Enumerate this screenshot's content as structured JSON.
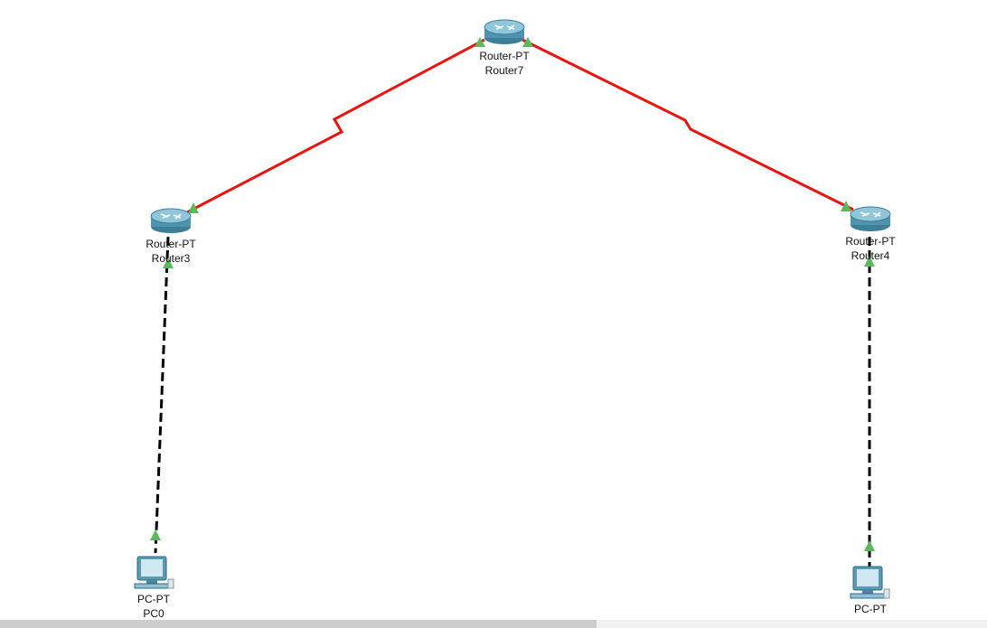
{
  "devices": {
    "router7": {
      "model": "Router-PT",
      "name": "Router7",
      "icon": "router-icon"
    },
    "router3": {
      "model": "Router-PT",
      "name": "Router3",
      "icon": "router-icon"
    },
    "router4": {
      "model": "Router-PT",
      "name": "Router4",
      "icon": "router-icon"
    },
    "pc0": {
      "model": "PC-PT",
      "name": "PC0",
      "icon": "pc-icon"
    },
    "pc1": {
      "model": "PC-PT",
      "name": "",
      "icon": "pc-icon"
    }
  },
  "links": [
    {
      "from": "Router7",
      "to": "Router3",
      "type": "serial",
      "color": "#e8140f"
    },
    {
      "from": "Router7",
      "to": "Router4",
      "type": "serial",
      "color": "#e8140f"
    },
    {
      "from": "Router3",
      "to": "PC0",
      "type": "copper-crossover",
      "color": "#000000"
    },
    {
      "from": "Router4",
      "to": "PC-PT",
      "type": "copper-crossover",
      "color": "#000000"
    }
  ],
  "colors": {
    "link_up_indicator": "#5cb85c",
    "router_body": "#6fa8bf",
    "pc_body": "#8fc1d4"
  }
}
